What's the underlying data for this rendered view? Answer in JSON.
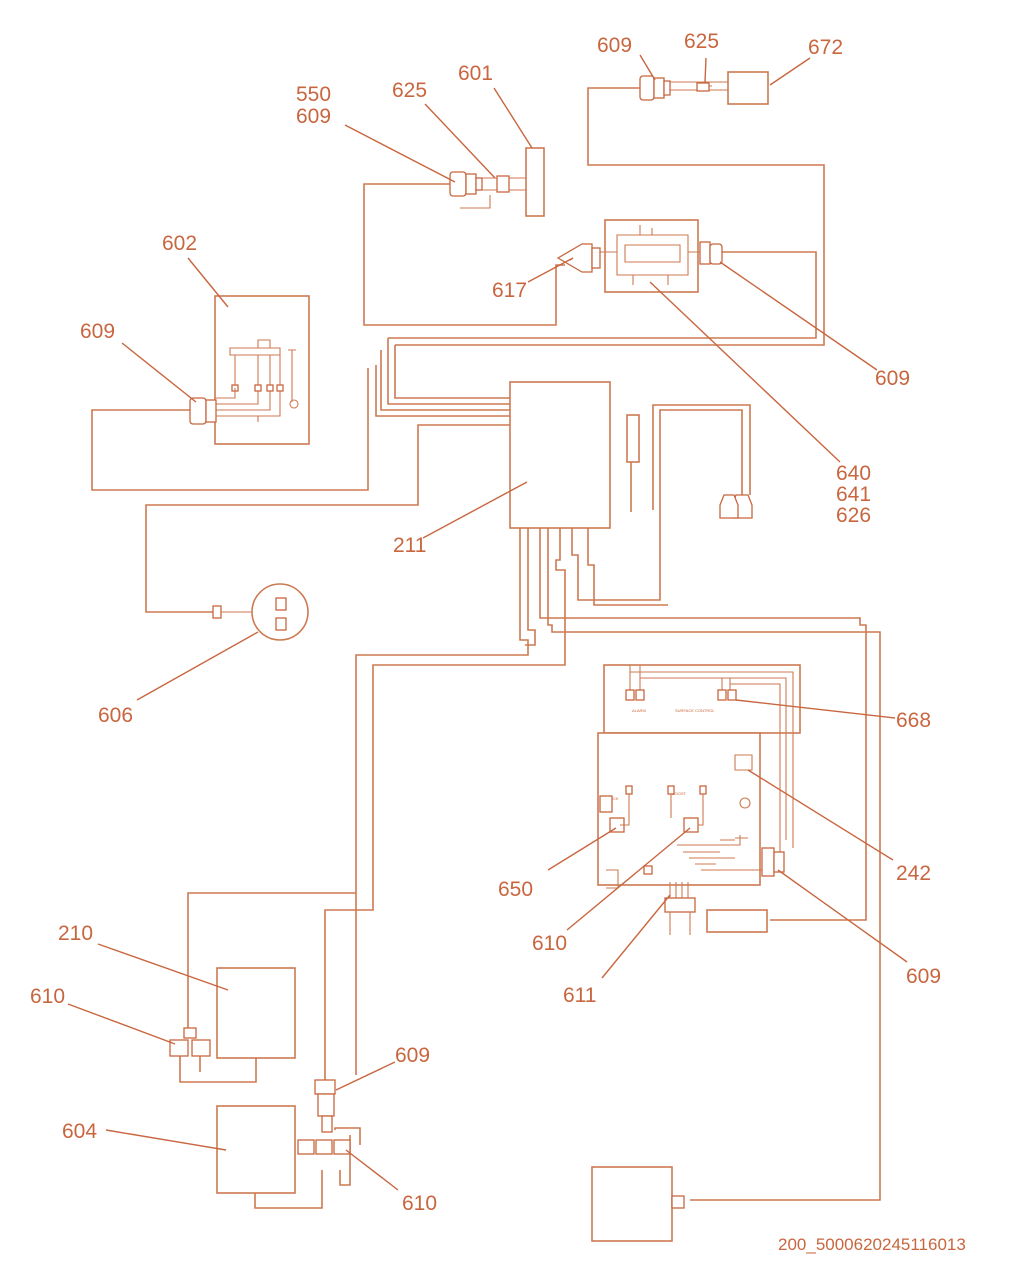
{
  "labels": {
    "l672": "672",
    "l625_top": "625",
    "l609_top": "609",
    "l601": "601",
    "l625_mid": "625",
    "l550": "550",
    "l609_550": "609",
    "l602": "602",
    "l609_602": "609",
    "l617": "617",
    "l609_right": "609",
    "l640": "640",
    "l641": "641",
    "l626": "626",
    "l211": "211",
    "l606": "606",
    "l668": "668",
    "l242": "242",
    "l650": "650",
    "l610_mid": "610",
    "l611": "611",
    "l609_bottom_right": "609",
    "l210": "210",
    "l610_left": "610",
    "l604": "604",
    "l609_bottom": "609",
    "l610_bottom": "610"
  },
  "board_text": {
    "alarm": "ALARM",
    "surface_control": "SURFACE CONTROL",
    "block": "BLOCK",
    "boost": "BOOST"
  },
  "figure_code": "200_5000620245116013"
}
